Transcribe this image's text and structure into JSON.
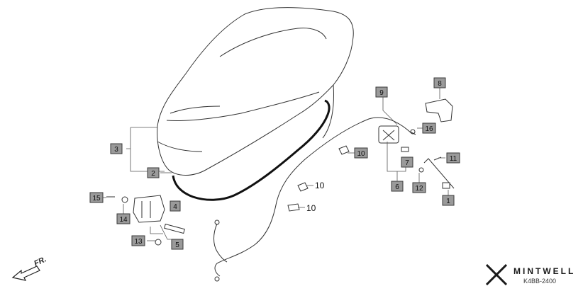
{
  "diagram": {
    "callouts": [
      "1",
      "2",
      "3",
      "4",
      "5",
      "6",
      "7",
      "8",
      "9",
      "10",
      "11",
      "12",
      "13",
      "14",
      "15",
      "16"
    ],
    "plain_labels": {
      "p10a": "10",
      "p10b": "10"
    },
    "direction_label": "FR.",
    "brand": "MINTWELL",
    "figure_code": "K4BB-2400",
    "colors": {
      "callout_fill": "#9a9a9a",
      "line": "#333333",
      "background": "#ffffff"
    }
  }
}
